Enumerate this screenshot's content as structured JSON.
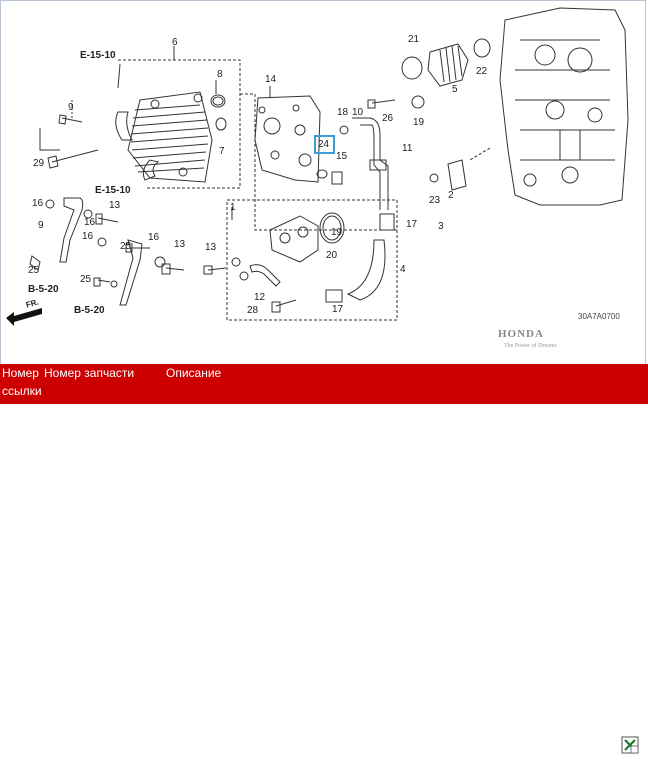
{
  "labels": {
    "l6": "6",
    "l8": "8",
    "l7": "7",
    "l9": "9",
    "l29": "29",
    "e1510top": "E-15-10",
    "e1510bot": "E-15-10",
    "l14": "14",
    "l18": "18",
    "l24": "24",
    "l15": "15",
    "l10": "10",
    "l16a": "16",
    "l16b": "16",
    "l16c": "16",
    "l16d": "16",
    "l13a": "13",
    "l13b": "13",
    "l13c": "13",
    "l9b": "9",
    "l25a": "25",
    "l25b": "25",
    "l25c": "25",
    "b520a": "B-5-20",
    "b520b": "B-5-20",
    "fr": "FR.",
    "l1": "1",
    "l19": "19",
    "l20": "20",
    "l12": "12",
    "l28": "28",
    "l17a": "17",
    "l17b": "17",
    "l4": "4",
    "l21": "21",
    "l22": "22",
    "l5": "5",
    "l26": "26",
    "l19b": "19",
    "l11": "11",
    "l2": "2",
    "l23": "23",
    "l3": "3"
  },
  "diagram_code": "30A7A0700",
  "brand": "HONDA",
  "brand_tagline": "The Power of Dreams",
  "table_header": {
    "col1": "Номер",
    "col2": "Номер запчасти",
    "col3": "Описание",
    "col1_line2": "ссылки"
  },
  "colors": {
    "header_bar": "#cc0000",
    "highlight": "#3aa0d8",
    "line": "#333333"
  },
  "icons": [
    "excel-export-icon"
  ]
}
